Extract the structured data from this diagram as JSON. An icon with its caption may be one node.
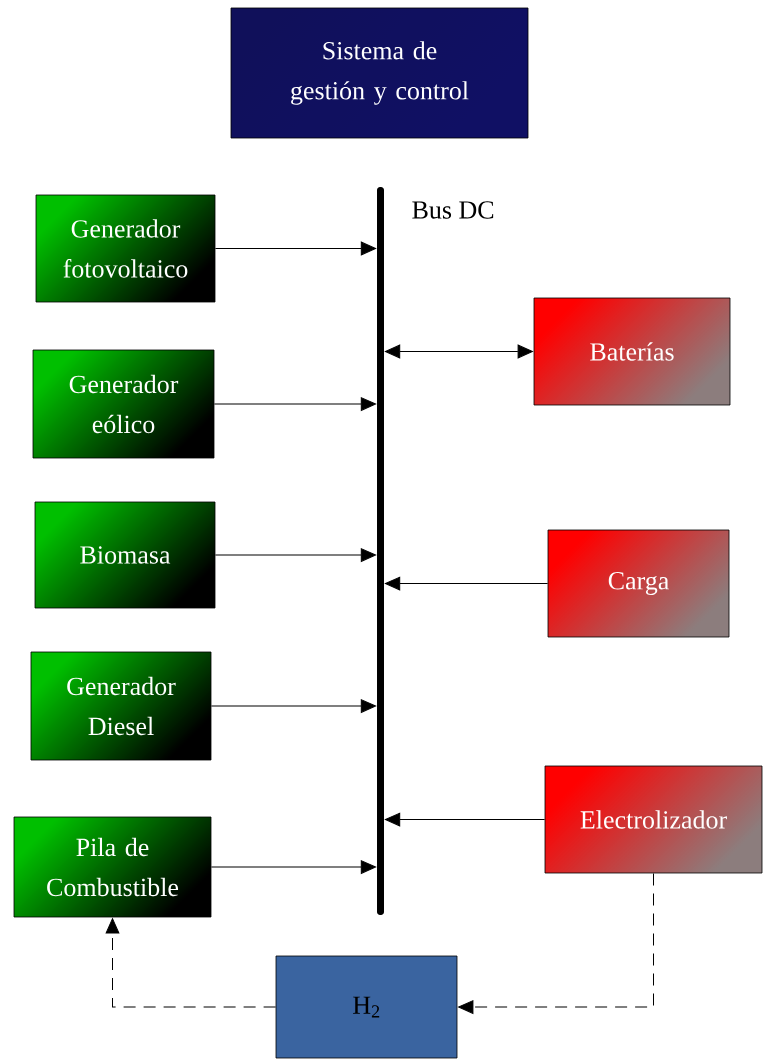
{
  "diagram": {
    "nodes": [
      {
        "text": [
          "Sistema de gestión y control"
        ]
      },
      {
        "text": [
          "Bus DC"
        ]
      },
      {
        "text": [
          "Generador fotovoltaico"
        ]
      },
      {
        "text": [
          "Baterías"
        ]
      },
      {
        "text": [
          "Generador eólico"
        ]
      },
      {
        "text": [
          "Biomasa"
        ]
      },
      {
        "text": [
          "Carga"
        ]
      },
      {
        "text": [
          "Generador Diesel"
        ]
      },
      {
        "text": [
          "Electrolizador"
        ]
      },
      {
        "text": [
          "Pila de Combustible"
        ]
      },
      {
        "text": [
          "H$_{2}$"
        ]
      }
    ],
    "edges": [
      {
        "from": 2,
        "to": 1,
        "arrow": "to"
      },
      {
        "from": 3,
        "to": 1,
        "arrow": "both"
      },
      {
        "from": 4,
        "to": 1,
        "arrow": "to"
      },
      {
        "from": 5,
        "to": 1,
        "arrow": "to"
      },
      {
        "from": 6,
        "to": 1,
        "arrow": "to"
      },
      {
        "from": 7,
        "to": 1,
        "arrow": "to"
      },
      {
        "from": 8,
        "to": 1,
        "arrow": "to"
      },
      {
        "from": 9,
        "to": 1,
        "arrow": "to"
      },
      {
        "from": 8,
        "to": 10,
        "arrow": "to",
        "style": "dashed"
      },
      {
        "from": 10,
        "to": 9,
        "arrow": "to",
        "style": "dashed"
      }
    ]
  }
}
